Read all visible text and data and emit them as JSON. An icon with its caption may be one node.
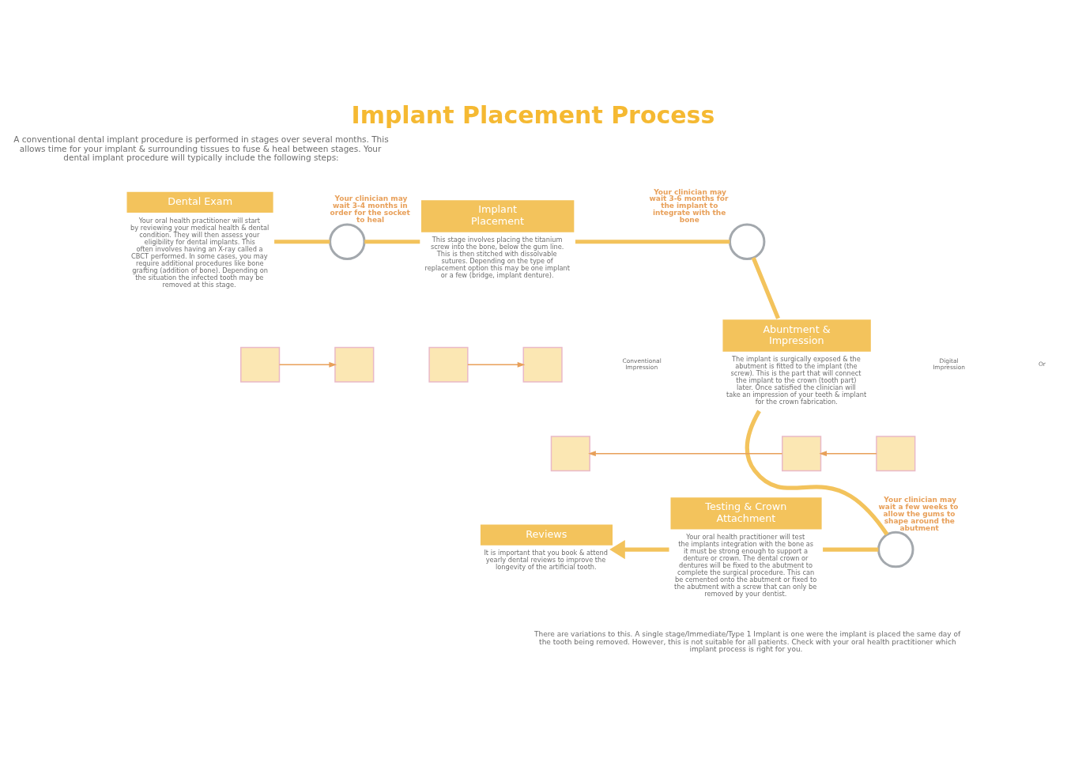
{
  "diagram": {
    "title": "Implant Placement Process",
    "caption": "There are variations to this. A single stage/Immediate/Type 1 Implant is one were the implant is placed the same day of the tooth being removed. However, this is not suitable for all patients. Check with your oral health practitioner which implant process is right for you.",
    "nodes": [
      {
        "text": [
          "Dental Exam"
        ],
        "beside": [
          "Your oral health practitioner will start by reviewing your medical health & dental condition. They will then assess your eligibility for dental implants. This often involves having an X-ray called a CBCT performed. In some cases, you may require additional procedures like bone grafting (addition of bone). Depending on the situation the infected tooth may be removed at this stage."
        ]
      },
      {
        "text": [],
        "shape": "circle",
        "beside": [
          "Your clinician may wait 3-4 months in order for the socket to heal"
        ]
      },
      {
        "text": [
          "Implant Placement"
        ],
        "beside": [
          "This stage involves placing the titanium screw into the bone, below the gum line. This is then stitched with dissolvable sutures. Depending on the type of replacement option this may be one implant or a few (bridge, implant denture)."
        ]
      },
      {
        "text": [],
        "shape": "circle",
        "beside": [
          "Your clinician may wait 3-6 months for the implant to integrate with the bone"
        ]
      },
      {
        "text": [
          "Abuntment & Impression"
        ],
        "beside": [
          "The implant is surgically exposed & the abutment is fitted to the implant (the screw). This is the part that will connect the implant to the crown (tooth part) later. Once satisfied the clinician will take an impression of your teeth & implant for the crown fabrication."
        ]
      },
      {
        "text": [],
        "shape": "circle",
        "beside": [
          "Your clinician may wait a few weeks to allow the gums to shape around the abutment"
        ]
      },
      {
        "text": [
          "Testing & Crown Attachment"
        ],
        "beside": [
          "Your oral health practitioner will test the implants integration with the bone as it must be strong enough to support a denture or crown. The dental crown or dentures will be fixed to the abutment to complete the surgical procedure. This can be cemented onto the abutment or fixed to the abutment with a screw that can only be removed by your dentist."
        ]
      },
      {
        "text": [
          "Reviews"
        ],
        "beside": [
          "It is important that you book & attend yearly dental reviews to improve the longevity of the artificial tooth."
        ]
      },
      {
        "text": [],
        "shape": "box"
      },
      {
        "text": [],
        "shape": "box"
      },
      {
        "text": [],
        "shape": "box"
      },
      {
        "text": [],
        "shape": "box"
      },
      {
        "text": [],
        "shape": "box"
      },
      {
        "text": [],
        "shape": "box"
      },
      {
        "text": [],
        "shape": "box"
      }
    ],
    "edges": [
      {
        "from": 0,
        "to": 1,
        "arrow": "none"
      },
      {
        "from": 1,
        "to": 2,
        "arrow": "none"
      },
      {
        "from": 2,
        "to": 3,
        "arrow": "none"
      },
      {
        "from": 3,
        "to": 4,
        "arrow": "none"
      },
      {
        "from": 4,
        "to": 5,
        "arrow": "none"
      },
      {
        "from": 5,
        "to": 6,
        "arrow": "none"
      },
      {
        "from": 6,
        "to": 7,
        "arrow": "to"
      },
      {
        "from": 8,
        "to": 9,
        "arrow": "to",
        "color": "#e8a05a"
      },
      {
        "from": 10,
        "to": 11,
        "arrow": "to",
        "color": "#e8a05a"
      },
      {
        "from": 14,
        "to": 13,
        "arrow": "to",
        "color": "#e8a05a"
      },
      {
        "from": 13,
        "to": 12,
        "arrow": "to",
        "color": "#e8a05a"
      }
    ],
    "labels": [
      "A conventional dental implant procedure is performed in stages over several months. This allows time for your implant & surrounding tissues to fuse & heal between stages. Your dental implant procedure will typically include the following steps:",
      "Conventional Impression",
      "Digital Impression",
      "Or"
    ]
  }
}
